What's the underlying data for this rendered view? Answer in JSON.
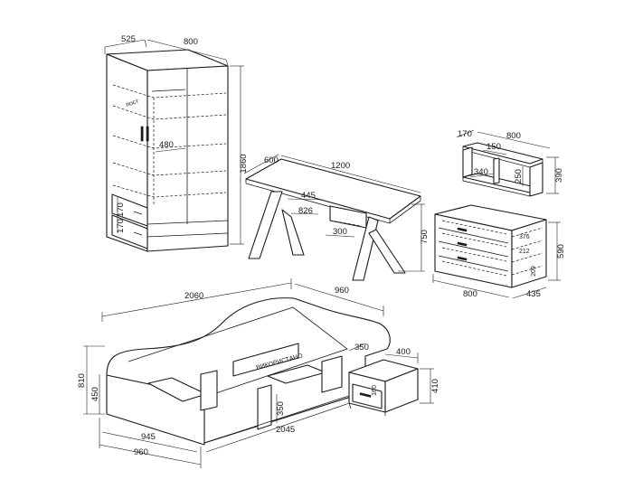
{
  "wardrobe": {
    "dims": {
      "depth": "525",
      "width": "800",
      "height": "1860",
      "inner_shelf": "480",
      "drawer_a": "170",
      "drawer_b": "170"
    },
    "label": "пост"
  },
  "desk": {
    "dims": {
      "depth": "600",
      "width": "1200",
      "leg_span": "445",
      "inner": "826",
      "drawer": "300",
      "height": "750"
    }
  },
  "wall_shelf": {
    "dims": {
      "depth": "170",
      "width": "800",
      "top": "150",
      "inner": "340",
      "side": "250",
      "height": "390"
    }
  },
  "dresser": {
    "dims": {
      "width": "800",
      "depth": "435",
      "height": "590",
      "drawer_top": "376",
      "drawer_front": "212",
      "drawer_side": "209"
    }
  },
  "bed": {
    "dims": {
      "length": "2060",
      "width": "960",
      "height": "810",
      "side_height": "450",
      "inner_length": "2045",
      "inner_width": "945",
      "base_width": "960",
      "board_height": "350",
      "side_drawer": "350"
    },
    "label": "ВИКОРИСТАНО"
  },
  "nightstand": {
    "dims": {
      "width": "400",
      "height": "410",
      "drawer": "160"
    }
  }
}
